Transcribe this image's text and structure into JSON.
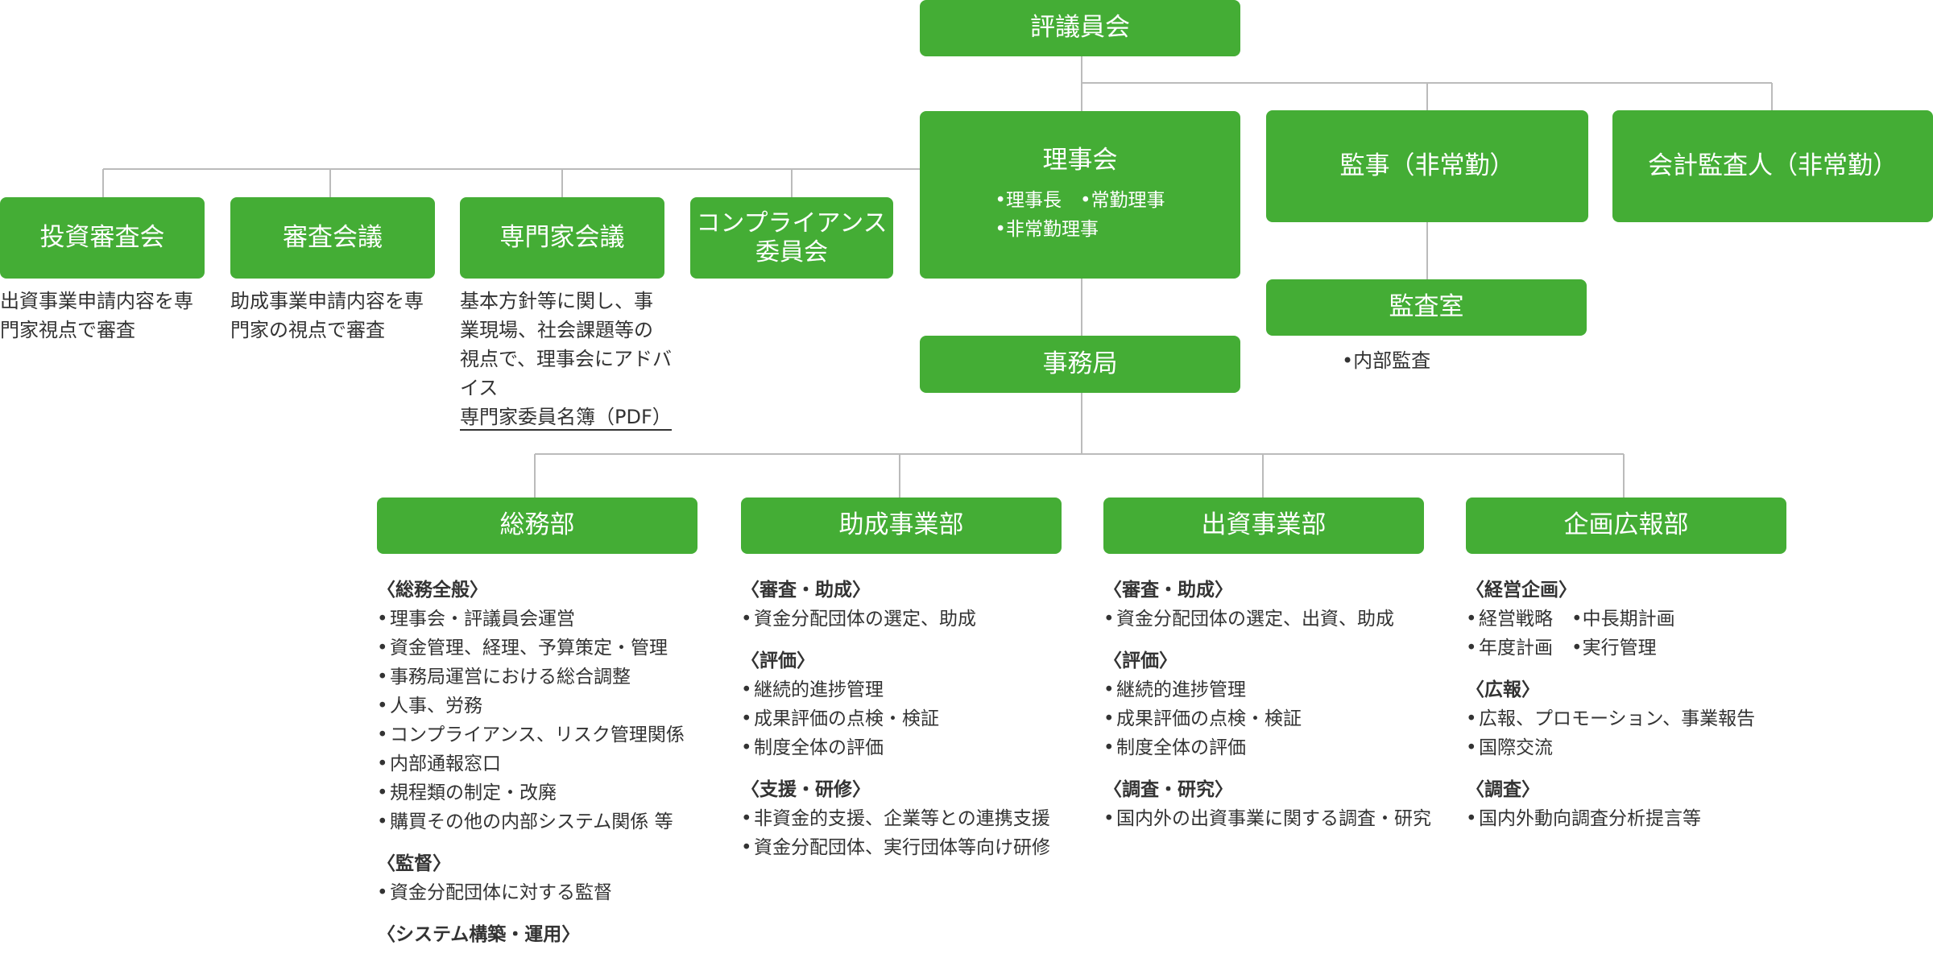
{
  "boxes": {
    "council": "評議員会",
    "board": {
      "title": "理事会",
      "members_line1": "•理事長　•常勤理事",
      "members_line2": "•非常勤理事"
    },
    "auditor": "監事（非常勤）",
    "accounting_auditor": "会計監査人（非常勤）",
    "audit_office": "監査室",
    "secretariat": "事務局",
    "investment_review": "投資審査会",
    "review_meeting": "審査会議",
    "expert_meeting": "専門家会議",
    "compliance_line1": "コンプライアンス",
    "compliance_line2": "委員会"
  },
  "descriptions": {
    "investment_review_line1": "出資事業申請内容を専",
    "investment_review_line2": "門家視点で審査",
    "review_meeting_line1": "助成事業申請内容を専",
    "review_meeting_line2": "門家の視点で審査",
    "expert_meeting_line1": "基本方針等に関し、事",
    "expert_meeting_line2": "業現場、社会課題等の",
    "expert_meeting_line3": "視点で、理事会にアドバ",
    "expert_meeting_line4": "イス",
    "expert_list_link": "専門家委員名簿（PDF）",
    "audit_office_item": "•内部監査"
  },
  "departments": [
    {
      "name": "総務部",
      "sections": [
        {
          "title": "〈総務全般〉",
          "items": [
            "理事会・評議員会運営",
            "資金管理、経理、予算策定・管理",
            "事務局運営における総合調整",
            "人事、労務",
            "コンプライアンス、リスク管理関係",
            "内部通報窓口",
            "規程類の制定・改廃",
            "購買その他の内部システム関係 等"
          ]
        },
        {
          "title": "〈監督〉",
          "items": [
            "資金分配団体に対する監督"
          ]
        },
        {
          "title": "〈システム構築・運用〉",
          "items": []
        }
      ]
    },
    {
      "name": "助成事業部",
      "sections": [
        {
          "title": "〈審査・助成〉",
          "items": [
            "資金分配団体の選定、助成"
          ]
        },
        {
          "title": "〈評価〉",
          "items": [
            "継続的進捗管理",
            "成果評価の点検・検証",
            "制度全体の評価"
          ]
        },
        {
          "title": "〈支援・研修〉",
          "items": [
            "非資金的支援、企業等との連携支援",
            "資金分配団体、実行団体等向け研修"
          ]
        }
      ]
    },
    {
      "name": "出資事業部",
      "sections": [
        {
          "title": "〈審査・助成〉",
          "items": [
            "資金分配団体の選定、出資、助成"
          ]
        },
        {
          "title": "〈評価〉",
          "items": [
            "継続的進捗管理",
            "成果評価の点検・検証",
            "制度全体の評価"
          ]
        },
        {
          "title": "〈調査・研究〉",
          "items": [
            "国内外の出資事業に関する調査・研究"
          ]
        }
      ]
    },
    {
      "name": "企画広報部",
      "sections": [
        {
          "title": "〈経営企画〉",
          "items": [
            "経営戦略　•中長期計画",
            "年度計画　•実行管理"
          ]
        },
        {
          "title": "〈広報〉",
          "items": [
            "広報、プロモーション、事業報告",
            "国際交流"
          ]
        },
        {
          "title": "〈調査〉",
          "items": [
            "国内外動向調査分析提言等"
          ]
        }
      ]
    }
  ],
  "colors": {
    "box_green": "#44ad35",
    "connector_gray": "#bbbbbb",
    "text": "#333333"
  }
}
